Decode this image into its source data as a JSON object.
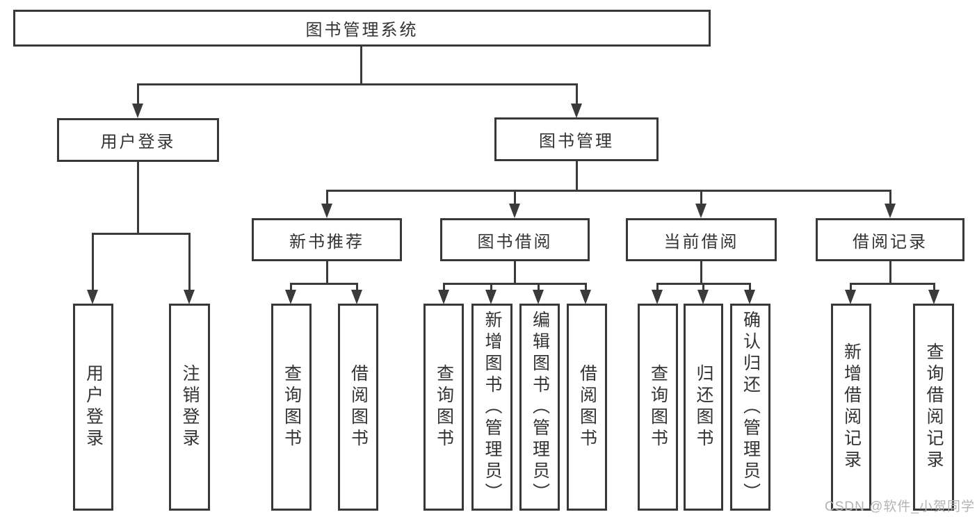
{
  "root": {
    "label": "图书管理系统"
  },
  "branches": [
    {
      "label": "用户登录",
      "children": [
        {
          "label": "用户登录"
        },
        {
          "label": "注销登录"
        }
      ]
    },
    {
      "label": "图书管理",
      "children": [
        {
          "label": "新书推荐",
          "children": [
            {
              "label": "查询图书"
            },
            {
              "label": "借阅图书"
            }
          ]
        },
        {
          "label": "图书借阅",
          "children": [
            {
              "label": "查询图书"
            },
            {
              "label": "新增图书（管理员）"
            },
            {
              "label": "编辑图书（管理员）"
            },
            {
              "label": "借阅图书"
            }
          ]
        },
        {
          "label": "当前借阅",
          "children": [
            {
              "label": "查询图书"
            },
            {
              "label": "归还图书"
            },
            {
              "label": "确认归还（管理员）"
            }
          ]
        },
        {
          "label": "借阅记录",
          "children": [
            {
              "label": "新增借阅记录"
            },
            {
              "label": "查询借阅记录"
            }
          ]
        }
      ]
    }
  ],
  "watermark": {
    "text": "CSDN @软件_小贺同学"
  },
  "colors": {
    "line": "#3a3a3a",
    "border": "#383838",
    "text": "#333333",
    "watermark": "#b3b3b3",
    "background": "#ffffff"
  }
}
